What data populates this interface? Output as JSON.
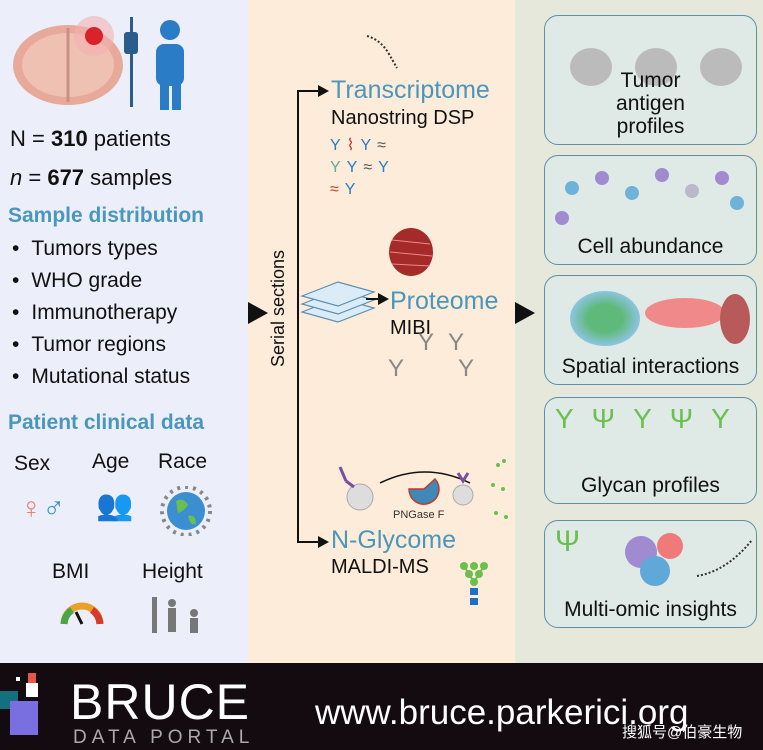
{
  "left": {
    "patients_prefix": "N = ",
    "patients_count": "310",
    "patients_suffix": " patients",
    "samples_prefix": "n",
    "samples_eq": " = ",
    "samples_count": "677",
    "samples_suffix": " samples",
    "distribution_heading": "Sample distribution",
    "distribution_items": [
      "Tumors types",
      "WHO grade",
      "Immunotherapy",
      "Tumor regions",
      "Mutational status"
    ],
    "clinical_heading": "Patient clinical data",
    "clinical_items": [
      "Sex",
      "Age",
      "Race",
      "BMI",
      "Height"
    ]
  },
  "middle": {
    "serial_sections": "Serial sections",
    "transcriptome": {
      "title": "Transcriptome",
      "tech": "Nanostring DSP"
    },
    "proteome": {
      "title": "Proteome",
      "tech": "MIBI"
    },
    "glycome": {
      "title": "N-Glycome",
      "tech": "MALDI-MS",
      "enzyme": "PNGase F"
    }
  },
  "right": {
    "outputs": [
      "Tumor antigen profiles",
      "Cell abundance",
      "Spatial interactions",
      "Glycan profiles",
      "Multi-omic insights"
    ]
  },
  "footer": {
    "brand": "BRUCE",
    "subtitle": "DATA PORTAL",
    "url": "www.bruce.parkerici.org",
    "watermark": "搜狐号@伯豪生物"
  },
  "colors": {
    "accent": "#4a96bd",
    "footer_bg": "#130b10",
    "box_border": "#5d90a8"
  }
}
